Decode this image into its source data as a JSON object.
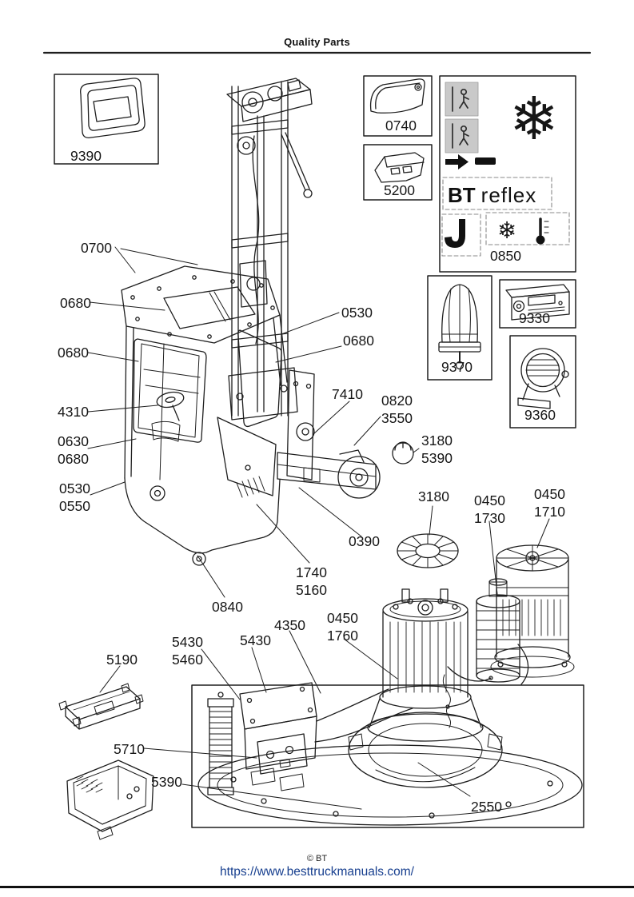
{
  "header": {
    "title": "Quality Parts"
  },
  "footer": {
    "copyright": "© BT",
    "url": "https://www.besttruckmanuals.com/"
  },
  "brand": {
    "bt": "BT",
    "reflex": "reflex"
  },
  "icons": {
    "snowflake_large": "❄",
    "snowflake_small": "❄"
  },
  "box_labels": {
    "display_9390": "9390",
    "visor_0740": "0740",
    "console_5200": "5200",
    "coldstore_0850": "0850",
    "radio_9330": "9330",
    "beacon_9370": "9370",
    "worklight_9360": "9360"
  },
  "callouts": [
    {
      "lines": [
        "0700"
      ]
    },
    {
      "lines": [
        "0680"
      ]
    },
    {
      "lines": [
        "0680"
      ]
    },
    {
      "lines": [
        "4310"
      ]
    },
    {
      "lines": [
        "0630",
        "0680"
      ]
    },
    {
      "lines": [
        "0530",
        "0550"
      ]
    },
    {
      "lines": [
        "0530"
      ]
    },
    {
      "lines": [
        "0680"
      ]
    },
    {
      "lines": [
        "7410"
      ]
    },
    {
      "lines": [
        "0820",
        "3550"
      ]
    },
    {
      "lines": [
        "3180",
        "5390"
      ]
    },
    {
      "lines": [
        "3180"
      ]
    },
    {
      "lines": [
        "0450",
        "1730"
      ]
    },
    {
      "lines": [
        "0450",
        "1710"
      ]
    },
    {
      "lines": [
        "0390"
      ]
    },
    {
      "lines": [
        "1740",
        "5160"
      ]
    },
    {
      "lines": [
        "0840"
      ]
    },
    {
      "lines": [
        "4350"
      ]
    },
    {
      "lines": [
        "0450",
        "1760"
      ]
    },
    {
      "lines": [
        "5430",
        "5460"
      ]
    },
    {
      "lines": [
        "5430"
      ]
    },
    {
      "lines": [
        "5190"
      ]
    },
    {
      "lines": [
        "5710"
      ]
    },
    {
      "lines": [
        "5390"
      ]
    },
    {
      "lines": [
        "2550"
      ]
    }
  ]
}
